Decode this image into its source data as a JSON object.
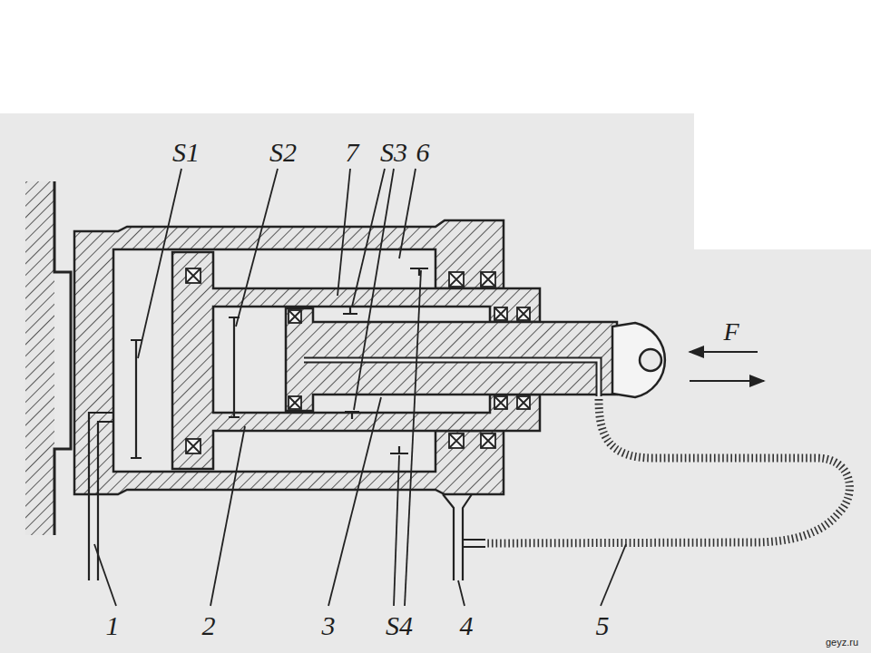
{
  "diagram": {
    "labels": [
      "S1",
      "S2",
      "7",
      "S3",
      "6",
      "F",
      "1",
      "2",
      "3",
      "S4",
      "4",
      "5",
      "geyz.ru"
    ]
  }
}
